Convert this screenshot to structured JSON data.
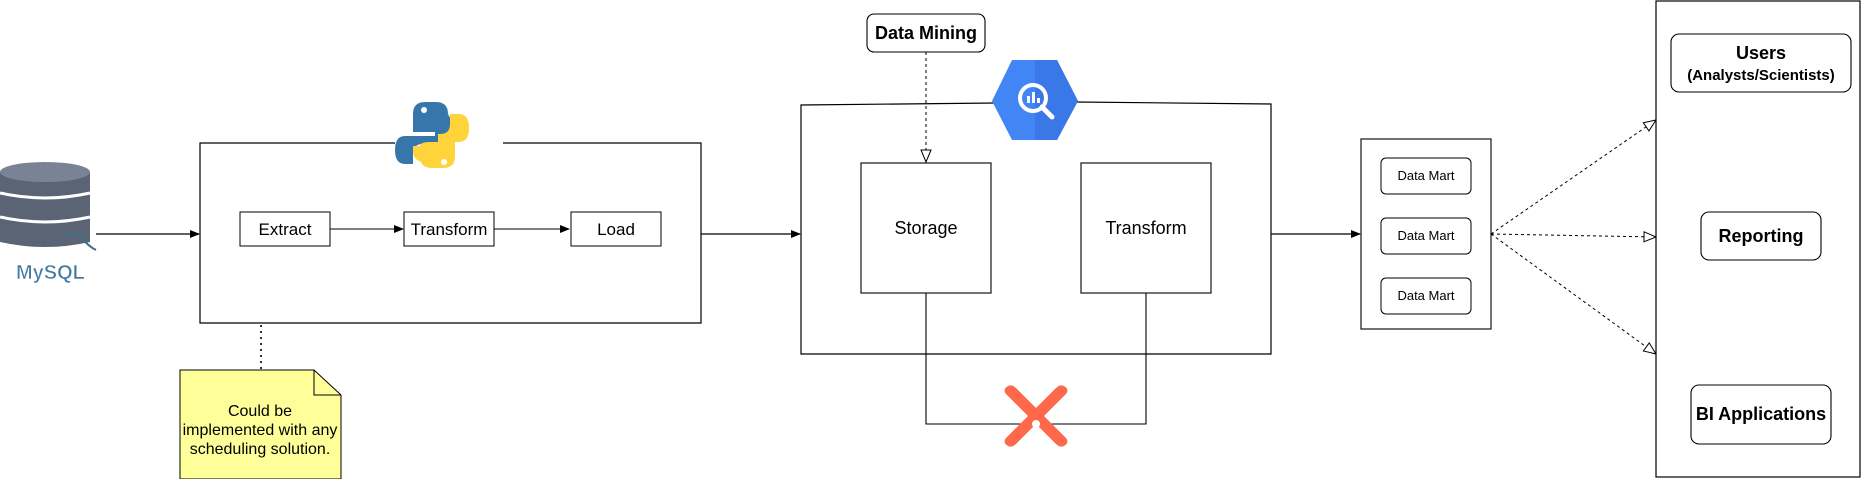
{
  "source": {
    "logo_text": "MySQL",
    "icon": "mysql-database-icon"
  },
  "python_etl": {
    "icon": "python-icon",
    "steps": [
      "Extract",
      "Transform",
      "Load"
    ]
  },
  "note": {
    "lines": [
      "Could be",
      "implemented with any",
      "scheduling solution."
    ],
    "color": "#ffff99"
  },
  "warehouse": {
    "icon": "bigquery-icon",
    "data_mining": "Data Mining",
    "storage": "Storage",
    "transform": "Transform",
    "transform_tool_icon": "dbt-icon",
    "bigquery_color": "#4285f4",
    "dbt_color": "#ff694b"
  },
  "data_marts": [
    "Data Mart",
    "Data Mart",
    "Data Mart"
  ],
  "consumers": {
    "users_title": "Users",
    "users_subtitle": "(Analysts/Scientists)",
    "reporting": "Reporting",
    "bi_applications": "BI Applications"
  }
}
